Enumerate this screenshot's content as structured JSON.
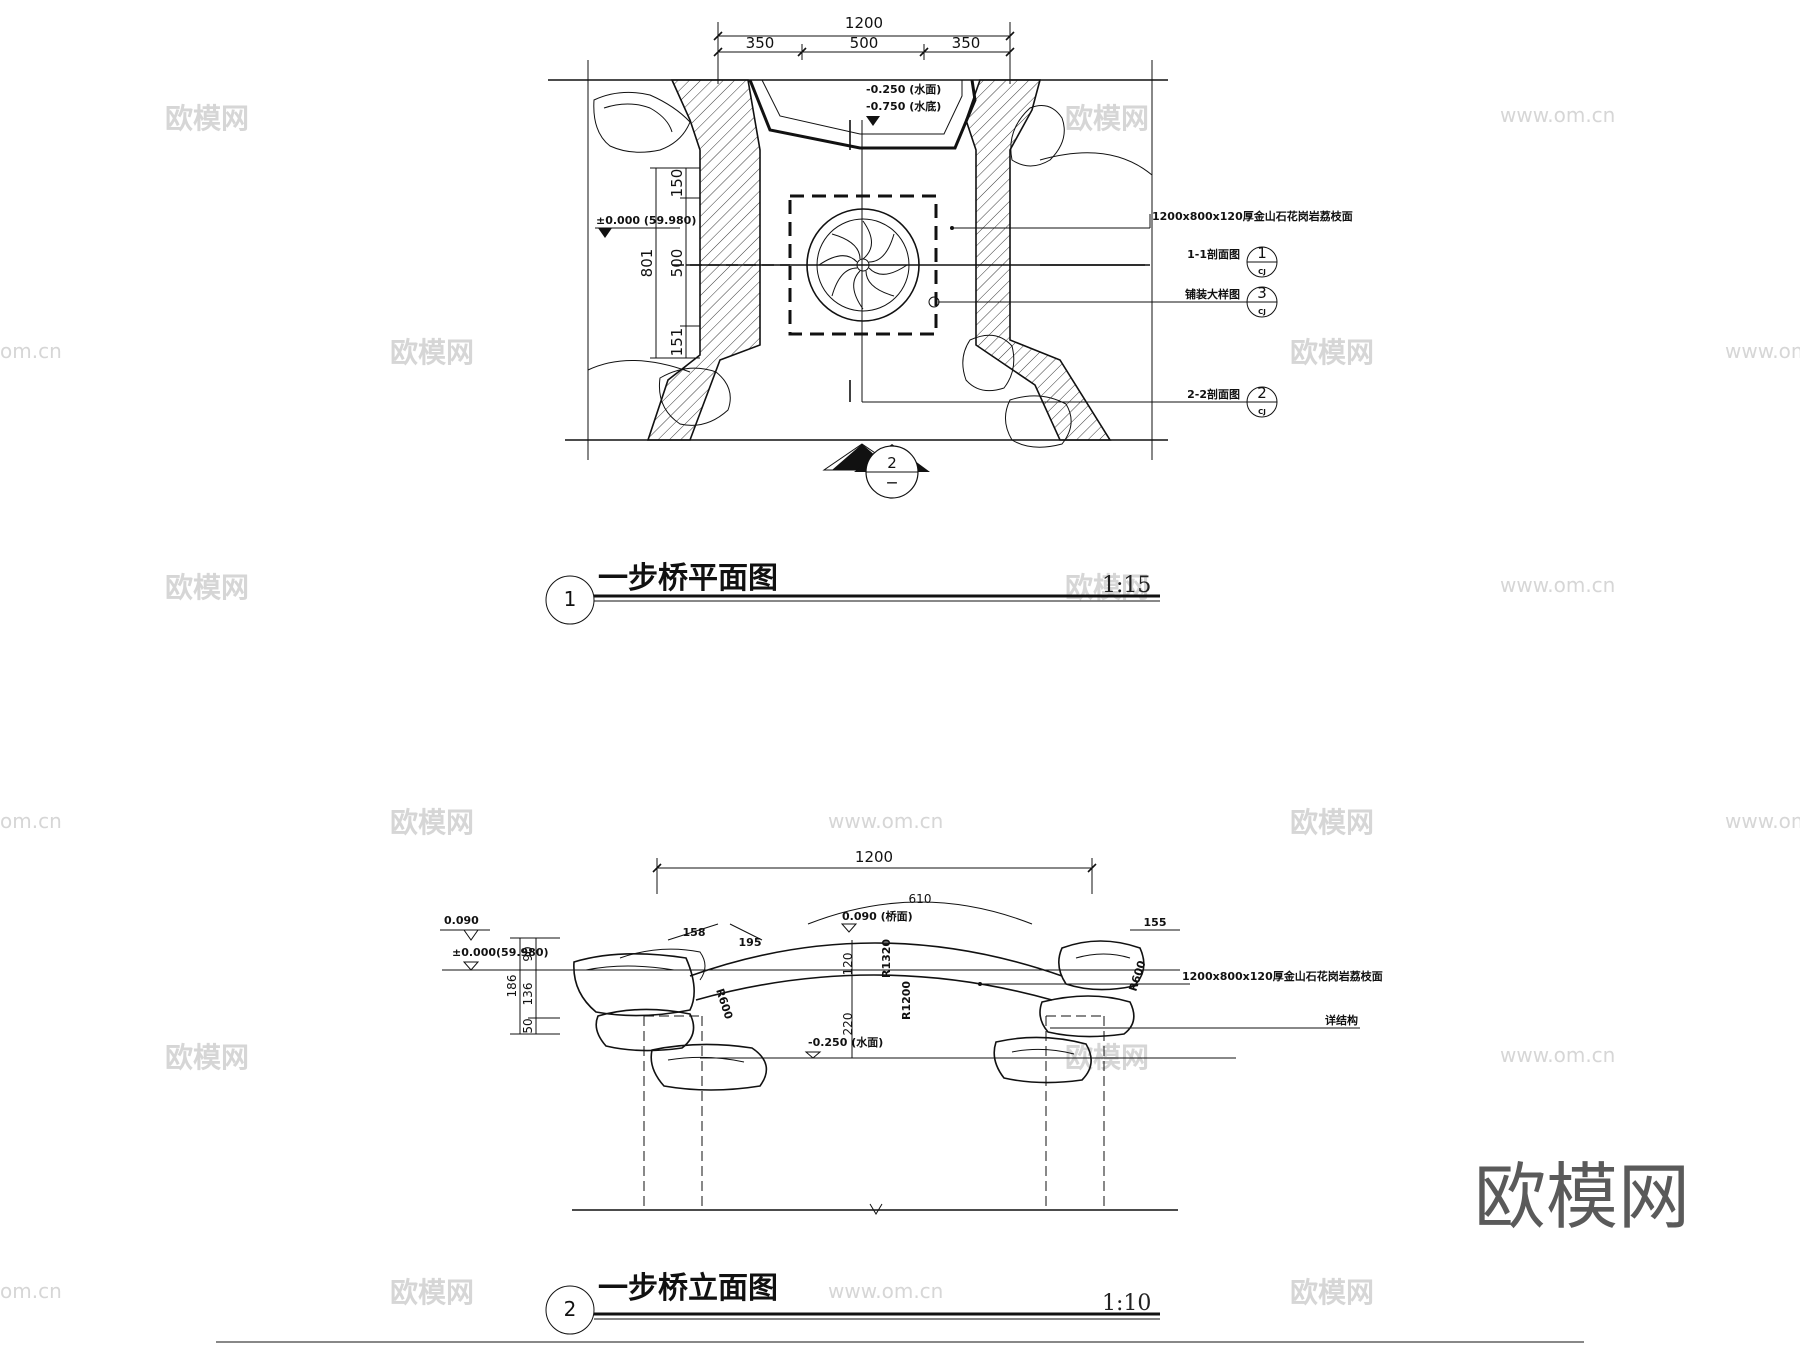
{
  "plan": {
    "title": "一步桥平面图",
    "scale": "1:15",
    "index_no": "1",
    "section_mark": "2",
    "dims_top": {
      "total": "1200",
      "left": "350",
      "mid": "500",
      "right": "350"
    },
    "dims_side": {
      "total": "801",
      "top": "150",
      "mid": "500",
      "bottom": "151"
    },
    "levels": {
      "water_surface": "-0.250 (水面)",
      "water_bottom": "-0.750 (水底)",
      "datum": "±0.000 (59.980)"
    },
    "callouts": [
      {
        "label": "1200x800x120厚金山石花岗岩荔枝面",
        "ref": ""
      },
      {
        "label": "1-1剖面图",
        "ref": "1"
      },
      {
        "label": "铺装大样图",
        "ref": "3"
      },
      {
        "label": "2-2剖面图",
        "ref": "2"
      }
    ],
    "ref_sub": "CJ"
  },
  "elevation": {
    "title": "一步桥立面图",
    "scale": "1:10",
    "index_no": "2",
    "dims": {
      "span": "1200",
      "arc": "610",
      "left1": "158",
      "left2": "195",
      "right1": "155",
      "r_top": "R1320",
      "r_bottom": "R1200",
      "r_left": "R600",
      "r_right": "R600",
      "thick": "120",
      "rise": "220",
      "vert_total": "186",
      "vert_a": "90",
      "vert_b": "136",
      "vert_c": "50"
    },
    "levels": {
      "top": "0.090",
      "deck": "0.090 (桥面)",
      "datum": "±0.000(59.980)",
      "water": "-0.250 (水面)"
    },
    "callouts": [
      {
        "label": "1200x800x120厚金山石花岗岩荔枝面"
      },
      {
        "label": "详结构"
      }
    ]
  },
  "watermarks": {
    "brand": "欧模网",
    "url": "www.om.cn",
    "url_short": "om.cn"
  },
  "logo": "欧模网"
}
